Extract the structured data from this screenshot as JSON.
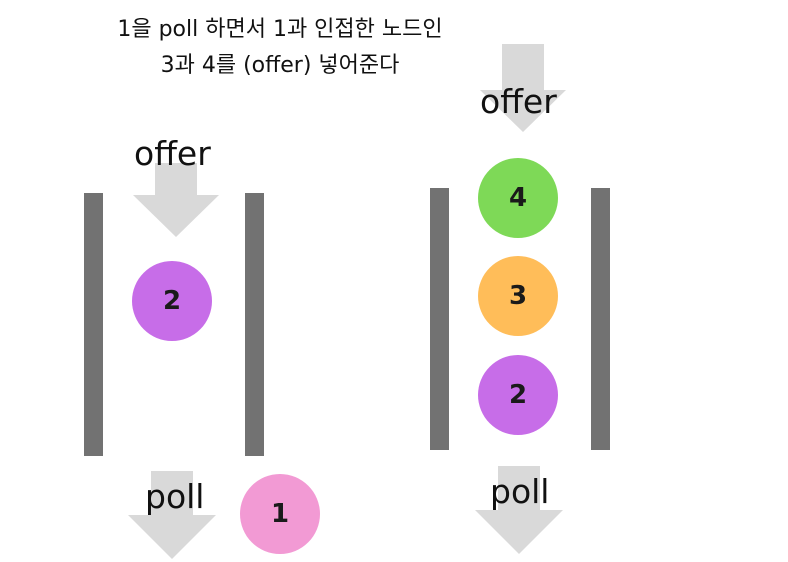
{
  "caption": {
    "line1": "1을 poll 하면서 1과 인접한  노드인",
    "line2": "3과 4를 (offer) 넣어준다"
  },
  "left_queue": {
    "offer_label": "offer",
    "poll_label": "poll",
    "inside": [
      {
        "label": "2",
        "color": "#c76de8"
      }
    ],
    "polled": {
      "label": "1",
      "color": "#f29ad4"
    }
  },
  "right_queue": {
    "offer_label": "offer",
    "poll_label": "poll",
    "inside": [
      {
        "label": "4",
        "color": "#7ed957"
      },
      {
        "label": "3",
        "color": "#ffbd59"
      },
      {
        "label": "2",
        "color": "#c76de8"
      }
    ]
  },
  "colors": {
    "wall": "#727272",
    "arrow": "#d9d9d9"
  }
}
